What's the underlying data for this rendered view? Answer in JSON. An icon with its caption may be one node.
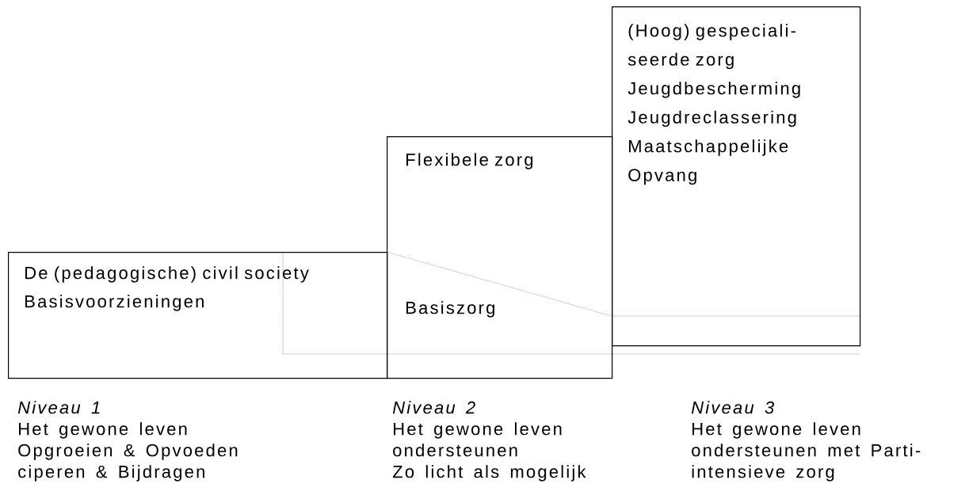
{
  "diagram": {
    "nodes": [
      {
        "text": [
          "De (pedagogische) civil society",
          "Basisvoorzieningen"
        ]
      },
      {
        "text": [
          "Flexibele zorg",
          "Basiszorg"
        ]
      },
      {
        "text": [
          "(Hoog) gespeciali- seerde zorg",
          "Jeugdbescherming",
          "Jeugdreclassering",
          "Maatschappelijke Opvang"
        ]
      }
    ],
    "labels": [
      "Niveau 1",
      "Het gewone leven",
      "Opgroeien & Opvoeden",
      "ciperen & Bijdragen",
      "Niveau 2",
      "Het gewone leven",
      "ondersteunen",
      "Zo licht als mogelijk",
      "Niveau 3",
      "Het gewone leven",
      "ondersteunen met Parti-",
      "intensieve zorg"
    ]
  }
}
